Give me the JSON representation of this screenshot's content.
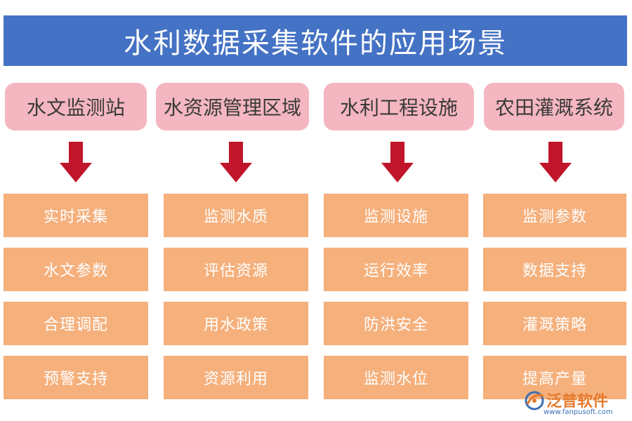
{
  "title": "水利数据采集软件的应用场景",
  "colors": {
    "title_bg": "#4472c4",
    "category_bg": "#f4b6c0",
    "item_bg": "#f5b07c",
    "arrow": "#c0152a"
  },
  "arrow_icon": "down-arrow-icon",
  "columns": [
    {
      "category": "水文监测站",
      "items": [
        "实时采集",
        "水文参数",
        "合理调配",
        "预警支持"
      ]
    },
    {
      "category": "水资源管理区域",
      "items": [
        "监测水质",
        "评估资源",
        "用水政策",
        "资源利用"
      ]
    },
    {
      "category": "水利工程设施",
      "items": [
        "监测设施",
        "运行效率",
        "防洪安全",
        "监测水位"
      ]
    },
    {
      "category": "农田灌溉系统",
      "items": [
        "监测参数",
        "数据支持",
        "灌溉策略",
        "提高产量"
      ]
    }
  ],
  "logo": {
    "name": "泛普软件",
    "url": "www.fanpusoft.com"
  }
}
